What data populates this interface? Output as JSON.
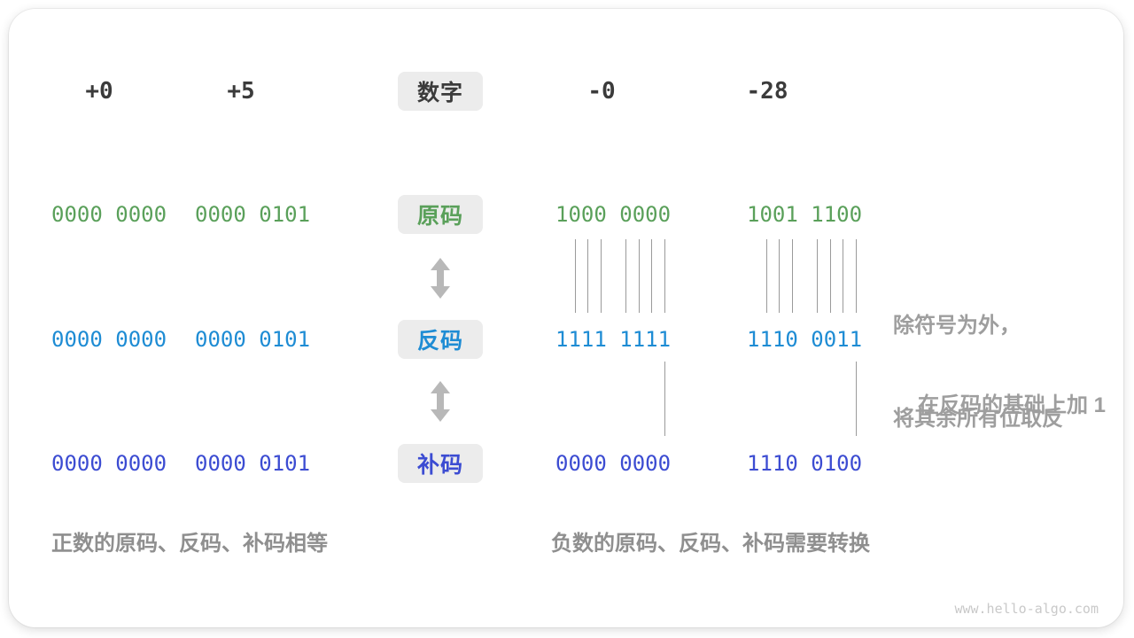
{
  "colors": {
    "dark": "#3b3b3b",
    "green": "#5aa05a",
    "blue": "#1e8cd4",
    "indigo": "#3c4cd2",
    "box_bg": "#ececec",
    "gray_text": "#9e9e9e",
    "caption_gray": "#8f8f8f",
    "line": "#9a9a9a",
    "arrow": "#b8b8b8",
    "watermark": "#c9c9c9"
  },
  "headers": {
    "label": "数字",
    "values": [
      "+0",
      "+5",
      "-0",
      "-28"
    ]
  },
  "rows": [
    {
      "name": "sign-magnitude",
      "label": "原码",
      "values": [
        "0000 0000",
        "0000 0101",
        "1000 0000",
        "1001 1100"
      ]
    },
    {
      "name": "ones-complement",
      "label": "反码",
      "values": [
        "0000 0000",
        "0000 0101",
        "1111 1111",
        "1110 0011"
      ]
    },
    {
      "name": "twos-complement",
      "label": "补码",
      "values": [
        "0000 0000",
        "0000 0101",
        "0000 0000",
        "1110 0100"
      ]
    }
  ],
  "annotations": {
    "invert_line1": "除符号为外，",
    "invert_line2": "将其余所有位取反",
    "add_one": "在反码的基础上加 1"
  },
  "captions": {
    "positive": "正数的原码、反码、补码相等",
    "negative": "负数的原码、反码、补码需要转换"
  },
  "icons": {
    "swap_arrow": "up-down-arrow"
  },
  "watermark": "www.hello-algo.com"
}
